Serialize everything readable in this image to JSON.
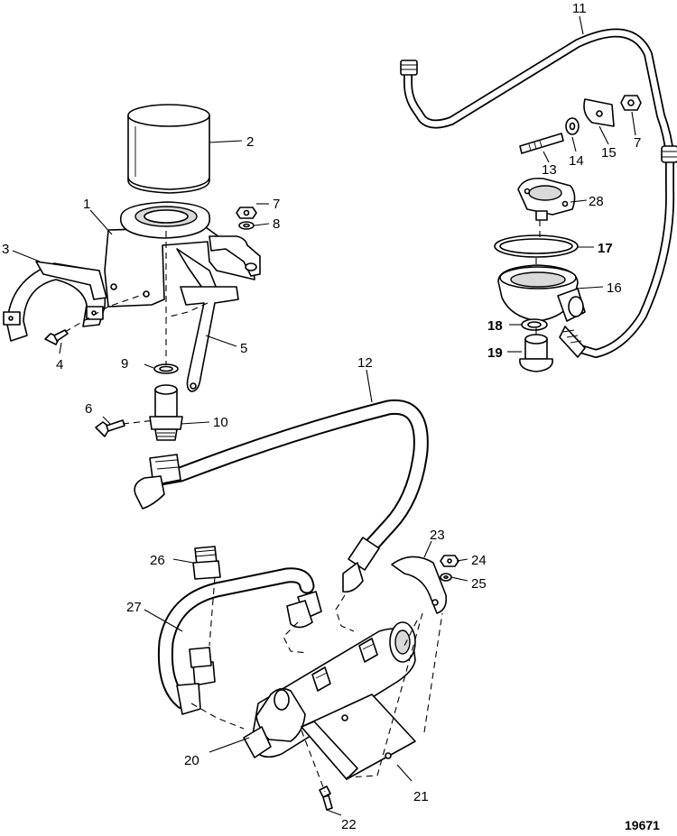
{
  "callouts": {
    "c1": "1",
    "c2": "2",
    "c3": "3",
    "c4": "4",
    "c5": "5",
    "c6": "6",
    "c7a": "7",
    "c7b": "7",
    "c8": "8",
    "c9": "9",
    "c10": "10",
    "c11": "11",
    "c12": "12",
    "c13": "13",
    "c14": "14",
    "c15": "15",
    "c16": "16",
    "c17": "17",
    "c18": "18",
    "c19": "19",
    "c20": "20",
    "c21": "21",
    "c22": "22",
    "c23": "23",
    "c24": "24",
    "c25": "25",
    "c26": "26",
    "c27": "27",
    "c28": "28"
  },
  "figure_number": "19671"
}
